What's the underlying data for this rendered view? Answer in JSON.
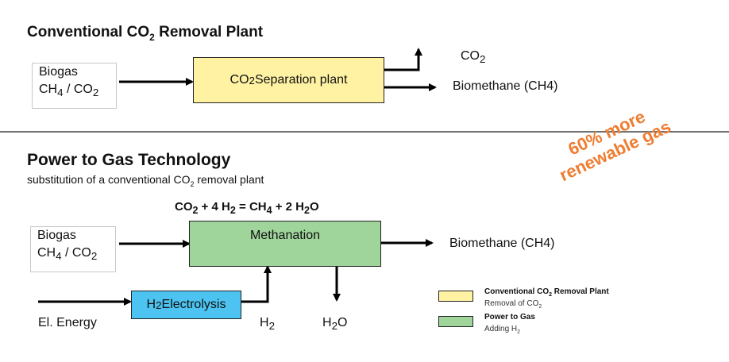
{
  "top": {
    "title": [
      "Conventional CO",
      "2",
      " Removal Plant"
    ],
    "input": {
      "line1": "Biogas",
      "line2": [
        "CH",
        "4",
        " / CO",
        "2"
      ]
    },
    "process": [
      "CO",
      "2",
      " Separation plant"
    ],
    "output_co2": [
      "CO",
      "2"
    ],
    "output_ch4": "Biomethane (CH4)",
    "colors": {
      "process_fill": "#fff2a3"
    }
  },
  "bottom": {
    "title": "Power to Gas Technology",
    "subtitle": [
      "substitution of a conventional CO",
      "2",
      " removal plant"
    ],
    "equation": [
      "CO",
      "2",
      " + 4 H",
      "2",
      " = CH",
      "4",
      " + 2 H",
      "2",
      "O"
    ],
    "input": {
      "line1": "Biogas",
      "line2": [
        "CH",
        "4",
        " / CO",
        "2"
      ]
    },
    "process": "Methanation",
    "electrolysis": [
      "H",
      "2",
      " Electrolysis"
    ],
    "energy": "El.  Energy",
    "h2": [
      "H",
      "2"
    ],
    "h2o": [
      "H",
      "2",
      "O"
    ],
    "output_ch4": "Biomethane (CH4)",
    "colors": {
      "methanation_fill": "#9fd49b",
      "electrolysis_fill": "#4cc3f0"
    }
  },
  "slogan": {
    "line1": "60%  more",
    "line2": "renewable gas",
    "color": "#ee7d31"
  },
  "legend": {
    "items": [
      {
        "title": [
          "Conventional CO",
          "2",
          " Removal Plant"
        ],
        "sub": [
          "Removal of CO",
          "2"
        ],
        "color": "#fff2a3"
      },
      {
        "title": [
          "Power to Gas"
        ],
        "sub": [
          "Adding H",
          "2"
        ],
        "color": "#9fd49b"
      }
    ]
  }
}
